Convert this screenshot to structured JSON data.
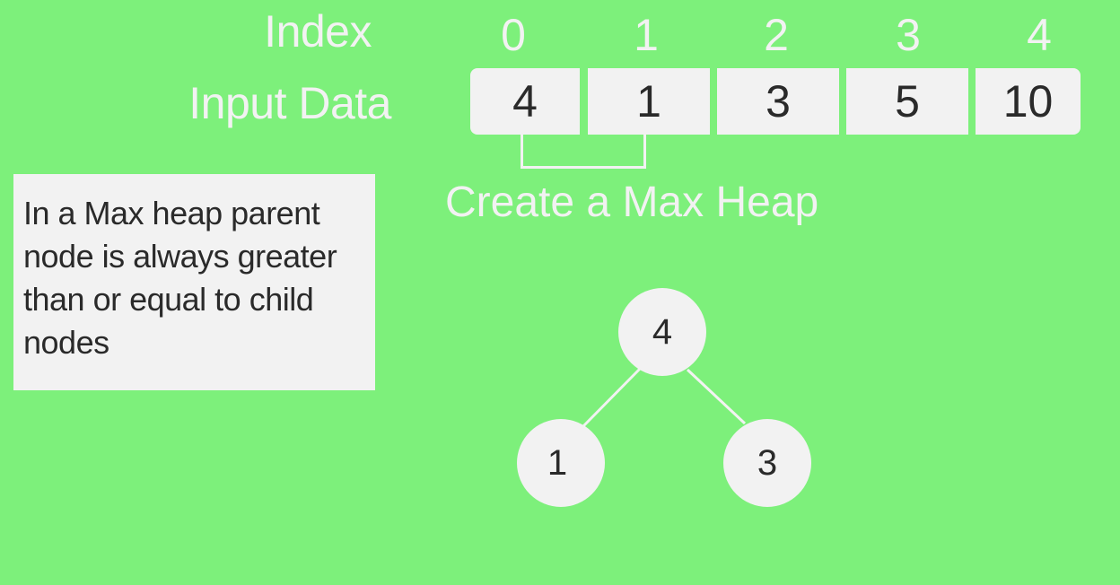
{
  "index_label": "Index",
  "input_label": "Input Data",
  "indices": [
    "0",
    "1",
    "2",
    "3",
    "4"
  ],
  "input_values": [
    "4",
    "1",
    "3",
    "5",
    "10"
  ],
  "step_title": "Create a Max Heap",
  "note": "In a Max heap parent node is always greater than or equal to child nodes",
  "heap": {
    "root": "4",
    "left": "1",
    "right": "3"
  },
  "colors": {
    "background": "#7df07b",
    "box": "#f2f2f2",
    "text_dark": "#2a2a2a",
    "text_light": "#f2f2f2"
  }
}
